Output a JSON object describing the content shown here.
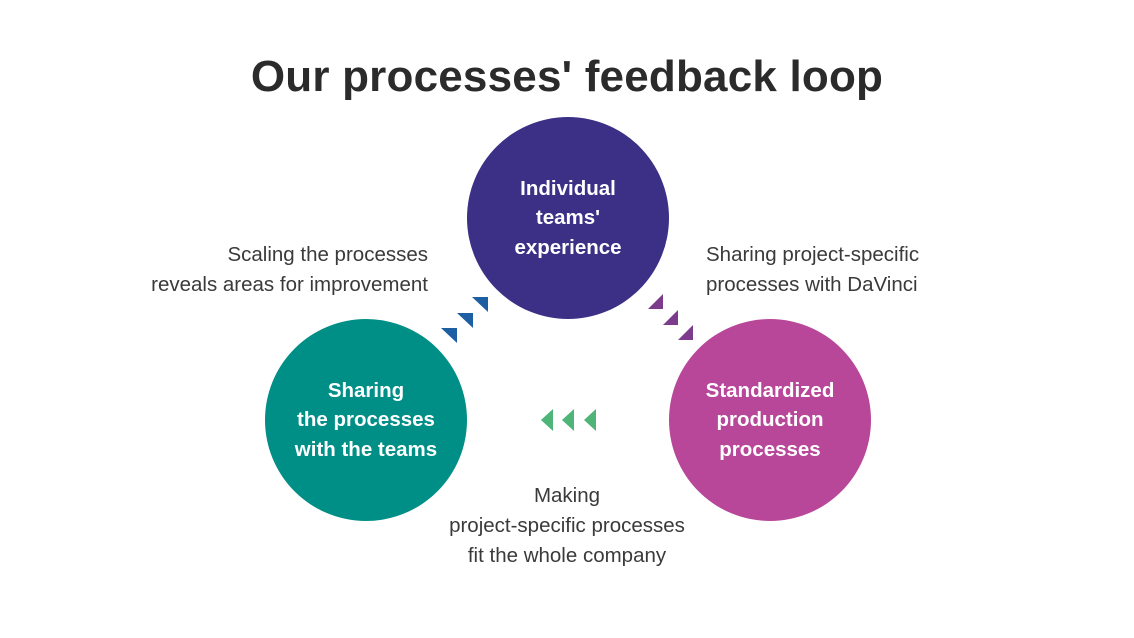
{
  "title": "Our processes' feedback loop",
  "nodes": {
    "top": {
      "label": "Individual\nteams'\nexperience",
      "color": "#3b2f86"
    },
    "left": {
      "label": "Sharing\nthe processes\nwith the teams",
      "color": "#008f86"
    },
    "right": {
      "label": "Standardized\nproduction\nprocesses",
      "color": "#b8479a"
    }
  },
  "edges": {
    "left_to_top": {
      "caption": "Scaling the processes\nreveals areas for improvement",
      "arrow_color": "#1e5fa3"
    },
    "top_to_right": {
      "caption": "Sharing project-specific\nprocesses with DaVinci",
      "arrow_color": "#7d3b8e"
    },
    "right_to_left": {
      "caption": "Making\nproject-specific processes\nfit the whole company",
      "arrow_color": "#4fb477"
    }
  }
}
